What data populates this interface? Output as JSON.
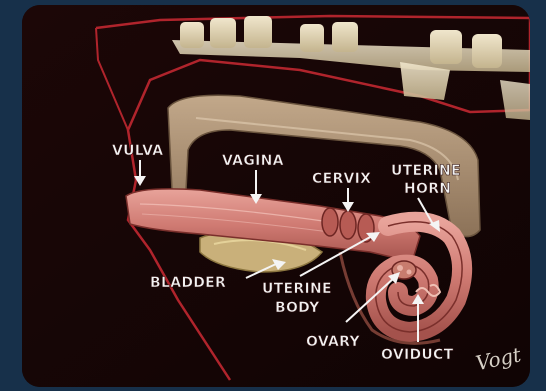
{
  "labels": {
    "vulva": "VULVA",
    "vagina": "VAGINA",
    "cervix": "CERVIX",
    "uterine_horn_line1": "UTERINE",
    "uterine_horn_line2": "HORN",
    "bladder": "BLADDER",
    "uterine_body_line1": "UTERINE",
    "uterine_body_line2": "BODY",
    "ovary": "OVARY",
    "oviduct": "OVIDUCT"
  },
  "signature": "Vogt",
  "colors": {
    "background": "#17304a",
    "panel": "#140606",
    "body_outline": "#b0242c",
    "bone": "#e2d6b8",
    "rectum": "#a88e74",
    "reproductive_tract": "#d98a82"
  }
}
